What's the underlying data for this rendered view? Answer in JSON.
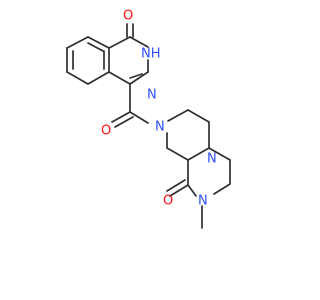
{
  "molecule": {
    "atoms": {
      "o_ketone_top": "O",
      "n_amide_h": "NH",
      "n_phthalazine": "N",
      "o_carbonyl_link": "O",
      "n_piperazine_left": "N",
      "n_bridgehead": "N",
      "o_lactam": "O",
      "n_methyl": "N"
    },
    "colors": {
      "bond": "#2f2f2f",
      "oxygen": "#ff0d0d",
      "nitrogen": "#3050f8",
      "background": "#ffffff"
    }
  }
}
